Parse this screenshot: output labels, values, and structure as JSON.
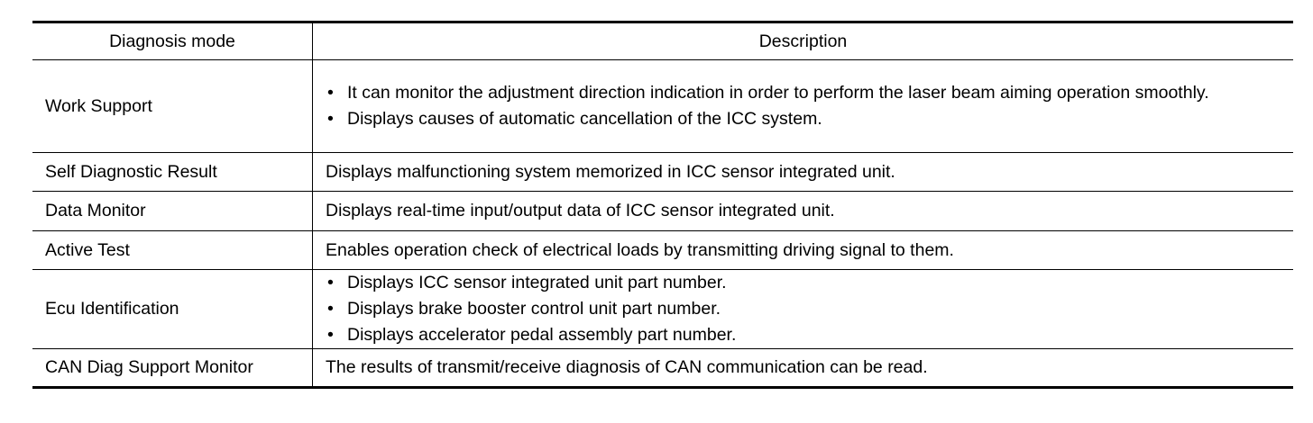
{
  "table": {
    "headers": {
      "mode": "Diagnosis mode",
      "description": "Description"
    },
    "rows": [
      {
        "mode": "Work Support",
        "bullets": [
          "It can monitor the adjustment direction indication in order to perform the laser beam aiming operation smoothly.",
          "Displays causes of automatic cancellation of the ICC system."
        ]
      },
      {
        "mode": "Self Diagnostic Result",
        "text": "Displays malfunctioning system memorized in ICC sensor integrated unit."
      },
      {
        "mode": "Data Monitor",
        "text": "Displays real-time input/output data of ICC sensor integrated unit."
      },
      {
        "mode": "Active Test",
        "text": "Enables operation check of electrical loads by transmitting driving signal to them."
      },
      {
        "mode": "Ecu Identification",
        "bullets": [
          "Displays ICC sensor integrated unit part number.",
          "Displays brake booster control unit part number.",
          "Displays accelerator pedal assembly part number."
        ]
      },
      {
        "mode": "CAN Diag Support Monitor",
        "text": "The results of transmit/receive diagnosis of CAN communication can be read."
      }
    ]
  }
}
